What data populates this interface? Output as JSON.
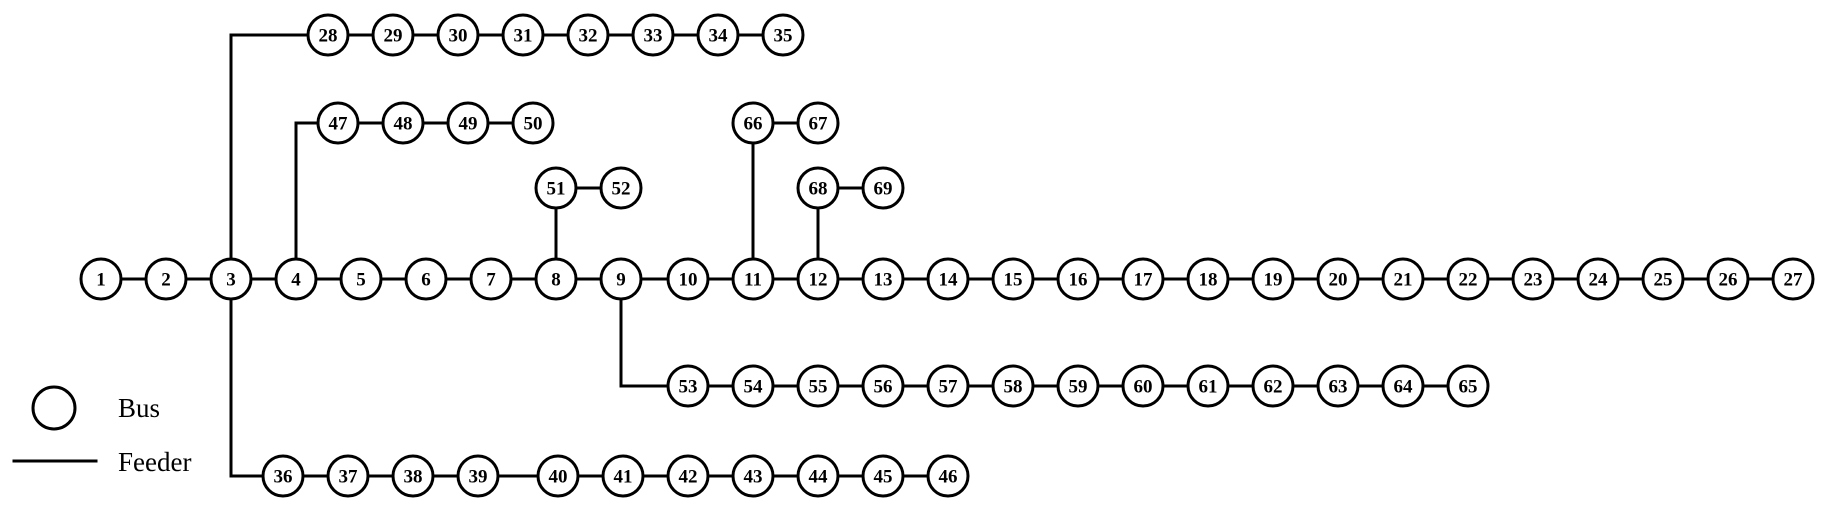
{
  "diagram": {
    "buses": [
      "1",
      "2",
      "3",
      "4",
      "5",
      "6",
      "7",
      "8",
      "9",
      "10",
      "11",
      "12",
      "13",
      "14",
      "15",
      "16",
      "17",
      "18",
      "19",
      "20",
      "21",
      "22",
      "23",
      "24",
      "25",
      "26",
      "27",
      "28",
      "29",
      "30",
      "31",
      "32",
      "33",
      "34",
      "35",
      "36",
      "37",
      "38",
      "39",
      "40",
      "41",
      "42",
      "43",
      "44",
      "45",
      "46",
      "47",
      "48",
      "49",
      "50",
      "51",
      "52",
      "53",
      "54",
      "55",
      "56",
      "57",
      "58",
      "59",
      "60",
      "61",
      "62",
      "63",
      "64",
      "65",
      "66",
      "67",
      "68",
      "69"
    ],
    "feeders": [
      [
        "1",
        "2"
      ],
      [
        "2",
        "3"
      ],
      [
        "3",
        "4"
      ],
      [
        "4",
        "5"
      ],
      [
        "5",
        "6"
      ],
      [
        "6",
        "7"
      ],
      [
        "7",
        "8"
      ],
      [
        "8",
        "9"
      ],
      [
        "9",
        "10"
      ],
      [
        "10",
        "11"
      ],
      [
        "11",
        "12"
      ],
      [
        "12",
        "13"
      ],
      [
        "13",
        "14"
      ],
      [
        "14",
        "15"
      ],
      [
        "15",
        "16"
      ],
      [
        "16",
        "17"
      ],
      [
        "17",
        "18"
      ],
      [
        "18",
        "19"
      ],
      [
        "19",
        "20"
      ],
      [
        "20",
        "21"
      ],
      [
        "21",
        "22"
      ],
      [
        "22",
        "23"
      ],
      [
        "23",
        "24"
      ],
      [
        "24",
        "25"
      ],
      [
        "25",
        "26"
      ],
      [
        "26",
        "27"
      ],
      [
        "3",
        "28"
      ],
      [
        "28",
        "29"
      ],
      [
        "29",
        "30"
      ],
      [
        "30",
        "31"
      ],
      [
        "31",
        "32"
      ],
      [
        "32",
        "33"
      ],
      [
        "33",
        "34"
      ],
      [
        "34",
        "35"
      ],
      [
        "3",
        "36"
      ],
      [
        "36",
        "37"
      ],
      [
        "37",
        "38"
      ],
      [
        "38",
        "39"
      ],
      [
        "39",
        "40"
      ],
      [
        "40",
        "41"
      ],
      [
        "41",
        "42"
      ],
      [
        "42",
        "43"
      ],
      [
        "43",
        "44"
      ],
      [
        "44",
        "45"
      ],
      [
        "45",
        "46"
      ],
      [
        "4",
        "47"
      ],
      [
        "47",
        "48"
      ],
      [
        "48",
        "49"
      ],
      [
        "49",
        "50"
      ],
      [
        "8",
        "51"
      ],
      [
        "51",
        "52"
      ],
      [
        "9",
        "53"
      ],
      [
        "53",
        "54"
      ],
      [
        "54",
        "55"
      ],
      [
        "55",
        "56"
      ],
      [
        "56",
        "57"
      ],
      [
        "57",
        "58"
      ],
      [
        "58",
        "59"
      ],
      [
        "59",
        "60"
      ],
      [
        "60",
        "61"
      ],
      [
        "61",
        "62"
      ],
      [
        "62",
        "63"
      ],
      [
        "63",
        "64"
      ],
      [
        "64",
        "65"
      ],
      [
        "11",
        "66"
      ],
      [
        "66",
        "67"
      ],
      [
        "12",
        "68"
      ],
      [
        "68",
        "69"
      ]
    ]
  },
  "legend": {
    "bus_label": "Bus",
    "feeder_label": "Feeder"
  }
}
